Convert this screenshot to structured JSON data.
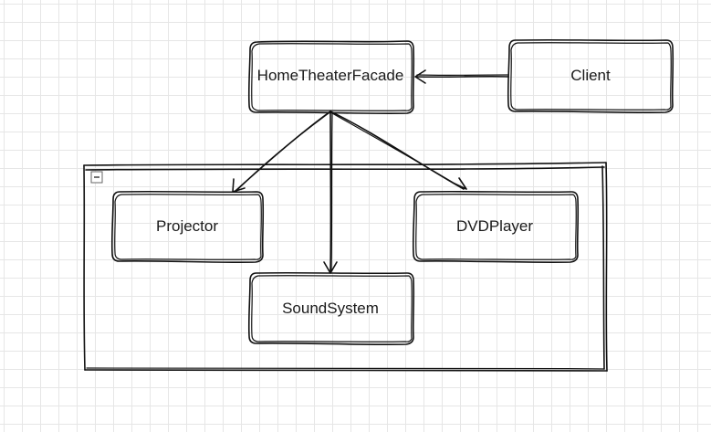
{
  "diagram": {
    "facade": {
      "label": "HomeTheaterFacade"
    },
    "client": {
      "label": "Client"
    },
    "projector": {
      "label": "Projector"
    },
    "dvd_player": {
      "label": "DVDPlayer"
    },
    "sound_system": {
      "label": "SoundSystem"
    },
    "group": {
      "collapse_icon": "minus-box-icon"
    }
  }
}
